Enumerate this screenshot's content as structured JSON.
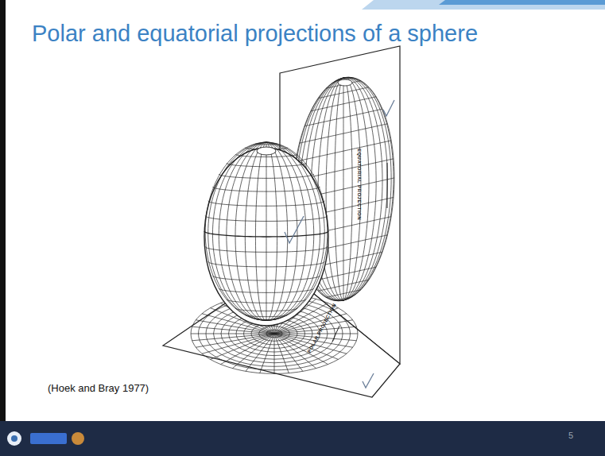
{
  "diagram": {
    "title": "Polar and equatorial projections of a sphere",
    "labels": [
      "EQUATORIAL PROJECTION",
      "POLAR PROJECTION",
      "(Hoek and Bray 1977)",
      "5"
    ]
  }
}
